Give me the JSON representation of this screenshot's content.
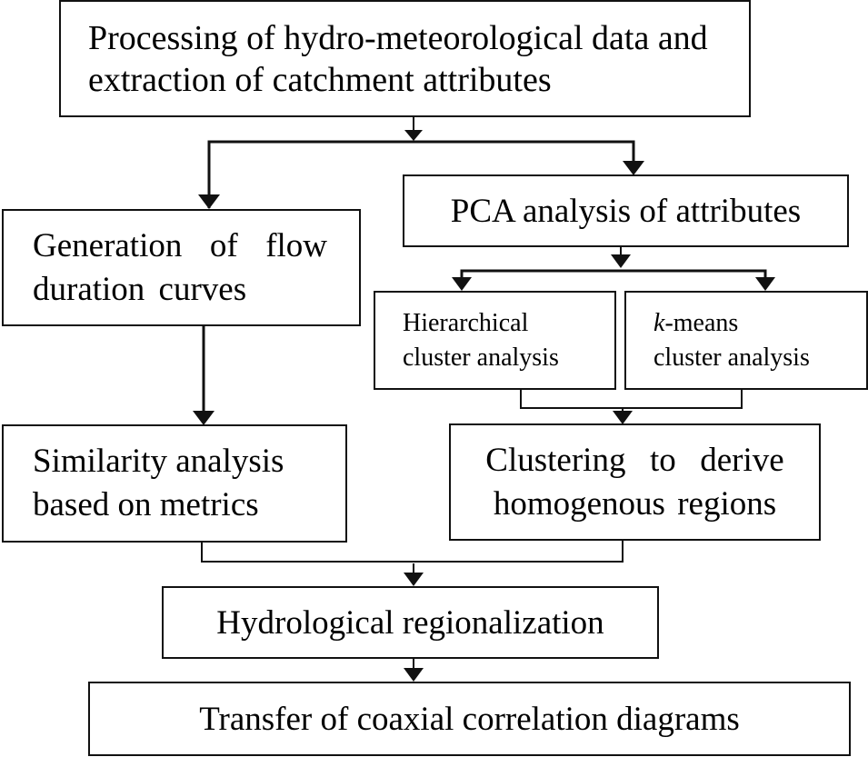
{
  "diagram": {
    "type": "flowchart",
    "nodes": {
      "top": {
        "lines": [
          "Processing of hydro-meteorological data and",
          "extraction of catchment attributes"
        ]
      },
      "generation": {
        "lines": [
          "Generation  of  flow",
          "duration curves"
        ]
      },
      "pca": {
        "lines": [
          "PCA analysis of attributes"
        ]
      },
      "hierarchical": {
        "lines": [
          "Hierarchical",
          "cluster analysis"
        ]
      },
      "kmeans": {
        "italic_prefix": "k",
        "line1_rest": "-means",
        "line2": "cluster analysis"
      },
      "similarity": {
        "lines": [
          "Similarity analysis",
          "based on metrics"
        ]
      },
      "clustering": {
        "lines": [
          "Clustering  to  derive",
          "homogenous regions"
        ]
      },
      "hydrological": {
        "lines": [
          "Hydrological regionalization"
        ]
      },
      "transfer": {
        "lines": [
          "Transfer of coaxial correlation diagrams"
        ]
      }
    },
    "edges": [
      {
        "from": "top",
        "to": "generation"
      },
      {
        "from": "top",
        "to": "pca"
      },
      {
        "from": "pca",
        "to": "hierarchical"
      },
      {
        "from": "pca",
        "to": "kmeans"
      },
      {
        "from": "hierarchical",
        "to": "clustering"
      },
      {
        "from": "kmeans",
        "to": "clustering"
      },
      {
        "from": "generation",
        "to": "similarity"
      },
      {
        "from": "similarity",
        "to": "hydrological"
      },
      {
        "from": "clustering",
        "to": "hydrological"
      },
      {
        "from": "hydrological",
        "to": "transfer"
      }
    ],
    "colors": {
      "stroke": "#111111",
      "background": "#ffffff",
      "text": "#000000"
    }
  }
}
